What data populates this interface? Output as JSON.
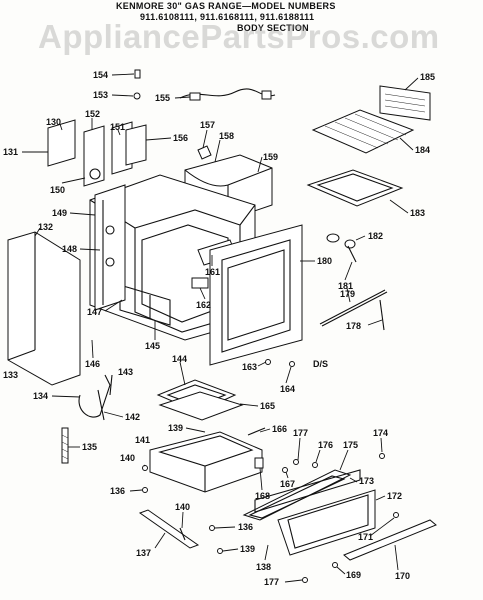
{
  "header": {
    "line1": "KENMORE 30\" GAS RANGE—MODEL NUMBERS",
    "line2": "911.6108111, 911.6168111, 911.6188111",
    "line3": "BODY SECTION"
  },
  "watermark": "AppliancePartsPros.com",
  "callouts": [
    {
      "id": "c154",
      "text": "154"
    },
    {
      "id": "c153",
      "text": "153"
    },
    {
      "id": "c155",
      "text": "155"
    },
    {
      "id": "c185",
      "text": "185"
    },
    {
      "id": "c130",
      "text": "130"
    },
    {
      "id": "c152",
      "text": "152"
    },
    {
      "id": "c151",
      "text": "151"
    },
    {
      "id": "c157",
      "text": "157"
    },
    {
      "id": "c156",
      "text": "156"
    },
    {
      "id": "c158",
      "text": "158"
    },
    {
      "id": "c184",
      "text": "184"
    },
    {
      "id": "c131",
      "text": "131"
    },
    {
      "id": "c150",
      "text": "150"
    },
    {
      "id": "c159",
      "text": "159"
    },
    {
      "id": "c183",
      "text": "183"
    },
    {
      "id": "c149",
      "text": "149"
    },
    {
      "id": "c132",
      "text": "132"
    },
    {
      "id": "c182",
      "text": "182"
    },
    {
      "id": "c148",
      "text": "148"
    },
    {
      "id": "c161",
      "text": "161"
    },
    {
      "id": "c180",
      "text": "180"
    },
    {
      "id": "c181",
      "text": "181"
    },
    {
      "id": "c162",
      "text": "162"
    },
    {
      "id": "c179",
      "text": "179"
    },
    {
      "id": "c147",
      "text": "147"
    },
    {
      "id": "c145",
      "text": "145"
    },
    {
      "id": "c178",
      "text": "178"
    },
    {
      "id": "c146",
      "text": "146"
    },
    {
      "id": "c133",
      "text": "133"
    },
    {
      "id": "c144",
      "text": "144"
    },
    {
      "id": "c163",
      "text": "163"
    },
    {
      "id": "c164",
      "text": "164"
    },
    {
      "id": "cds",
      "text": "D/S"
    },
    {
      "id": "c143",
      "text": "143"
    },
    {
      "id": "c134",
      "text": "134"
    },
    {
      "id": "c165",
      "text": "165"
    },
    {
      "id": "c142",
      "text": "142"
    },
    {
      "id": "c139a",
      "text": "139"
    },
    {
      "id": "c166",
      "text": "166"
    },
    {
      "id": "c177a",
      "text": "177"
    },
    {
      "id": "c176",
      "text": "176"
    },
    {
      "id": "c175",
      "text": "175"
    },
    {
      "id": "c174",
      "text": "174"
    },
    {
      "id": "c135",
      "text": "135"
    },
    {
      "id": "c141",
      "text": "141"
    },
    {
      "id": "c140a",
      "text": "140"
    },
    {
      "id": "c167",
      "text": "167"
    },
    {
      "id": "c173",
      "text": "173"
    },
    {
      "id": "c136a",
      "text": "136"
    },
    {
      "id": "c168",
      "text": "168"
    },
    {
      "id": "c172",
      "text": "172"
    },
    {
      "id": "c140b",
      "text": "140"
    },
    {
      "id": "c136b",
      "text": "136"
    },
    {
      "id": "c171",
      "text": "171"
    },
    {
      "id": "c137",
      "text": "137"
    },
    {
      "id": "c139b",
      "text": "139"
    },
    {
      "id": "c138",
      "text": "138"
    },
    {
      "id": "c169",
      "text": "169"
    },
    {
      "id": "c170",
      "text": "170"
    },
    {
      "id": "c177b",
      "text": "177"
    }
  ]
}
